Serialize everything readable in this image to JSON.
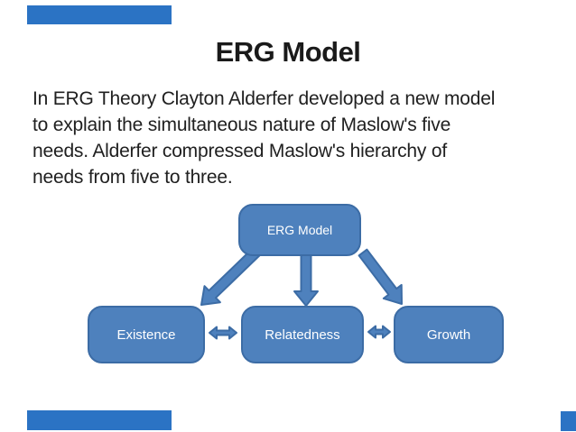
{
  "slide": {
    "title": "ERG Model",
    "intro_lines": [
      "In ERG Theory Clayton Alderfer developed a new model",
      "to explain the simultaneous nature of Maslow's five",
      "needs. Alderfer compressed Maslow's hierarchy of",
      "needs from five to three."
    ],
    "diagram": {
      "root_label": "ERG Model",
      "nodes": [
        {
          "label": "Existence"
        },
        {
          "label": "Relatedness"
        },
        {
          "label": "Growth"
        }
      ],
      "connections": [
        "root-to-existence",
        "root-to-relatedness",
        "root-to-growth",
        "existence-relatedness-bidirectional",
        "relatedness-growth-bidirectional"
      ]
    },
    "colors": {
      "accent_bar": "#2b73c4",
      "node_fill": "#4e81bd",
      "node_border": "#3c6ca5",
      "node_text": "#ffffff",
      "title_text": "#1a1a1a",
      "body_text": "#202020",
      "background": "#ffffff"
    }
  }
}
